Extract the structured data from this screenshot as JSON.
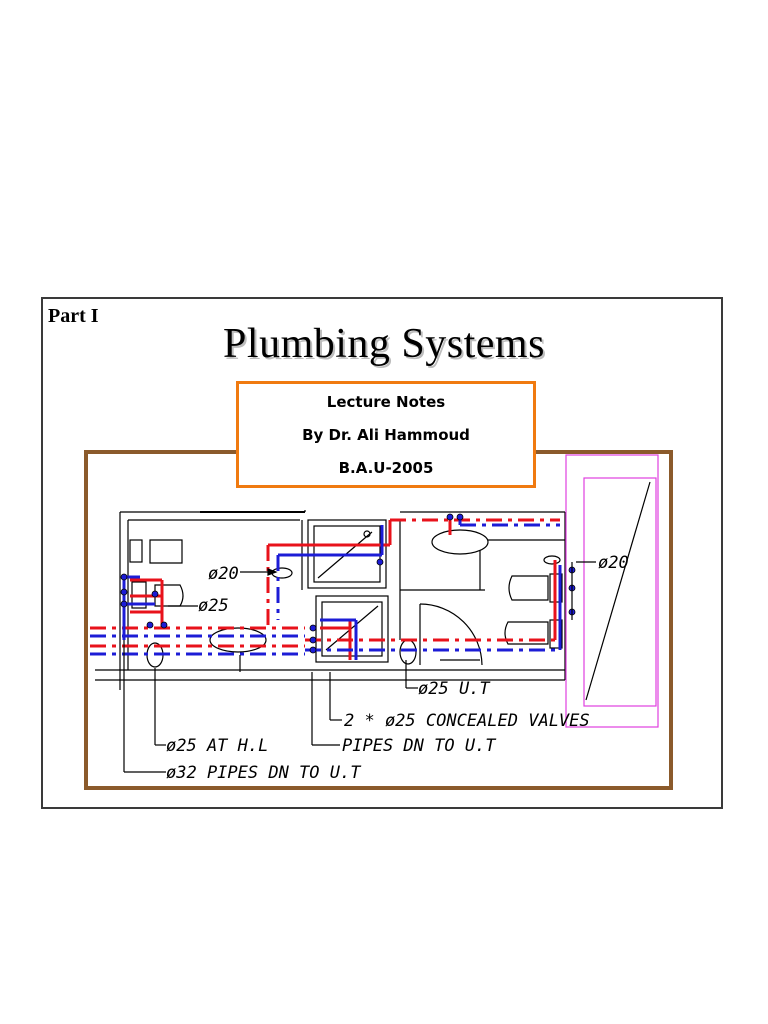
{
  "slide": {
    "part_label": "Part I",
    "title": "Plumbing Systems",
    "notes": {
      "line1": "Lecture Notes",
      "line2": "By Dr. Ali Hammoud",
      "line3": "B.A.U-2005"
    }
  },
  "drawing": {
    "labels": {
      "d20_left": "ø20",
      "d25_left": "ø25",
      "d20_right": "ø20",
      "d25_ut": "ø25 U.T",
      "concealed": "2 * ø25 CONCEALED VALVES",
      "d25_hl": "ø25 AT H.L",
      "pipes_dn": "PIPES DN TO U.T",
      "d32": "ø32 PIPES DN TO U.T"
    },
    "colors": {
      "hot_water": "#e8121b",
      "cold_water": "#1c1cd6",
      "frame": "#8b5a2b",
      "notes_border": "#f07a10",
      "magenta_box": "#e040e0"
    }
  }
}
